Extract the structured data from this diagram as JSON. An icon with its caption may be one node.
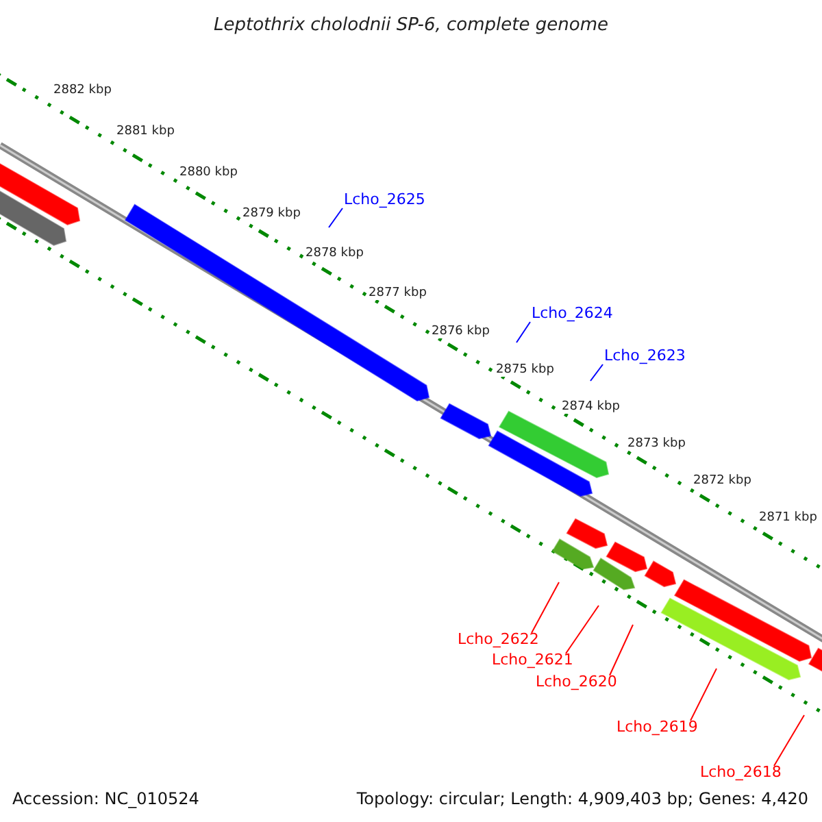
{
  "diagram": {
    "title": "Leptothrix cholodnii SP-6, complete genome",
    "nodes": [
      {
        "text": [
          "Lcho_2625"
        ]
      },
      {
        "text": [
          "Lcho_2624"
        ]
      },
      {
        "text": [
          "Lcho_2623"
        ]
      },
      {
        "text": [
          "Lcho_2622"
        ]
      },
      {
        "text": [
          "Lcho_2621"
        ]
      },
      {
        "text": [
          "Lcho_2620"
        ]
      },
      {
        "text": [
          "Lcho_2619"
        ]
      },
      {
        "text": [
          "Lcho_2618"
        ]
      }
    ],
    "edges": [
      {
        "from": 0,
        "to": null,
        "arrow": "none",
        "color": "#0000ff"
      },
      {
        "from": 1,
        "to": null,
        "arrow": "none",
        "color": "#0000ff"
      },
      {
        "from": 2,
        "to": null,
        "arrow": "none",
        "color": "#0000ff"
      },
      {
        "from": 3,
        "to": null,
        "arrow": "none"
      },
      {
        "from": 4,
        "to": null,
        "arrow": "none"
      },
      {
        "from": 5,
        "to": null,
        "arrow": "none"
      },
      {
        "from": 6,
        "to": null,
        "arrow": "none"
      },
      {
        "from": 7,
        "to": null,
        "arrow": "none"
      }
    ],
    "labels": [
      "2882 kbp",
      "2881 kbp",
      "2880 kbp",
      "2879 kbp",
      "2878 kbp",
      "2877 kbp",
      "2876 kbp",
      "2875 kbp",
      "2874 kbp",
      "2873 kbp",
      "2872 kbp",
      "2871 kbp",
      "Accession: NC_010524",
      "Topology: circular; Length: 4,909,403 bp; Genes: 4,420"
    ]
  }
}
